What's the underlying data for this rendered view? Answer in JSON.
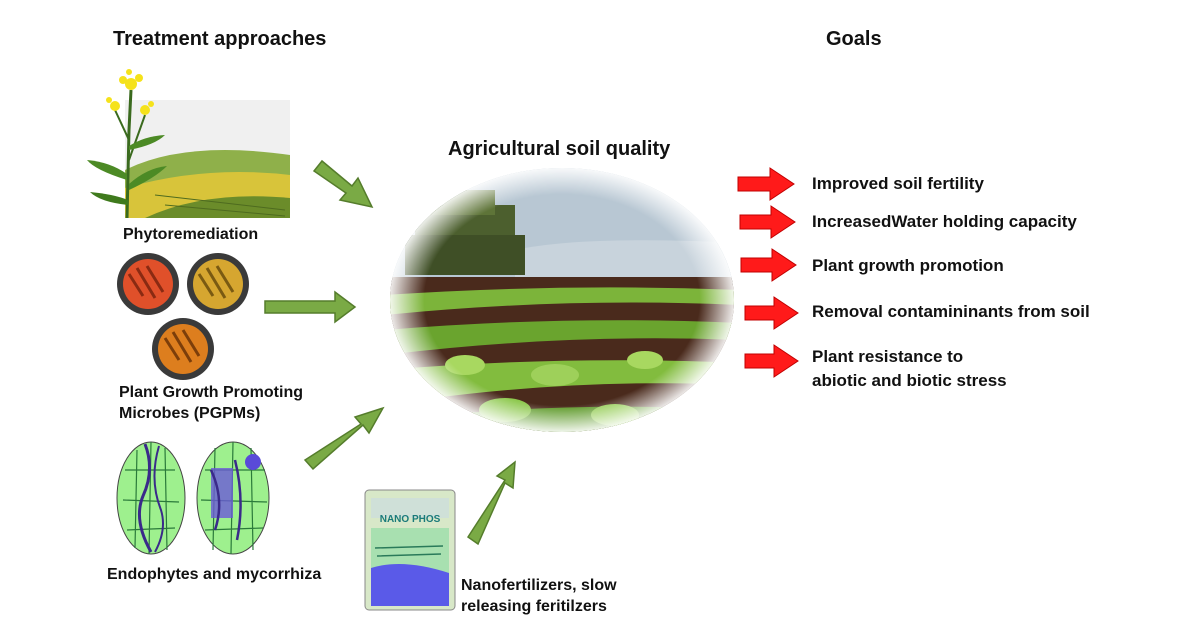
{
  "headings": {
    "treatment": "Treatment approaches",
    "goals": "Goals"
  },
  "center": {
    "title": "Agricultural soil quality"
  },
  "treatments": {
    "phytoremediation": "Phytoremediation",
    "pgpm_line1": "Plant Growth Promoting",
    "pgpm_line2": "Microbes (PGPMs)",
    "endophytes": "Endophytes and mycorrhiza",
    "nano_line1": "Nanofertilizers, slow",
    "nano_line2": "releasing feritilzers",
    "bag_label": "NANO PHOS"
  },
  "goals": [
    {
      "line1": "Improved soil fertility",
      "line2": ""
    },
    {
      "line1": "IncreasedWater holding capacity",
      "line2": ""
    },
    {
      "line1": "Plant growth promotion",
      "line2": ""
    },
    {
      "line1": "Removal contamininants from soil",
      "line2": ""
    },
    {
      "line1": "Plant resistance to",
      "line2": "abiotic and biotic stress"
    }
  ],
  "colors": {
    "green_arrow": "#7aaa45",
    "green_arrow_stroke": "#557d2c",
    "red_arrow": "#ff1a1a",
    "red_arrow_stroke": "#c00000"
  },
  "icons": {
    "phytoremediation": "rapeseed-plant-field-illustration",
    "pgpm": "petri-dish-cultures-illustration",
    "endophytes": "root-cell-micrograph-illustration",
    "nanofertilizer": "fertilizer-bag-illustration",
    "center": "crop-field-tractor-illustration"
  }
}
